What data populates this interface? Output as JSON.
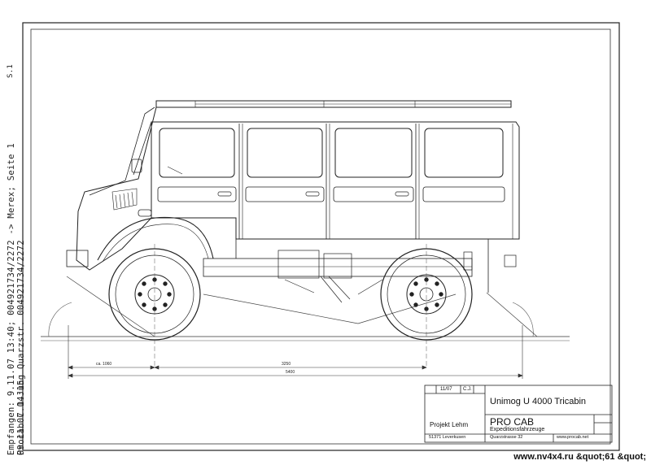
{
  "fax_header": {
    "line1": "Empfangen: 9.11.07 13:40; 004921734/2272 -> Merex; Seite 1",
    "line2": "Procab C.O.Jung Quarzstr. 004921734/2272",
    "line3": "09 11 07 14:15",
    "page_marker": "S.1"
  },
  "drawing": {
    "dimensions": {
      "front_overhang": "ca. 1060",
      "wheelbase": "3250",
      "overall_length": "5400"
    }
  },
  "title_block": {
    "date": "11/07",
    "initials": "C.J.",
    "model": "Unimog  U 4000 Tricabin",
    "project": "Projekt Lehm",
    "company": "PRO CAB",
    "company_subtitle": "Expeditionsfahrzeuge",
    "address_city": "51371 Leverkusen",
    "address_street": "Quarzstrasse 32",
    "website": "www.procab.net"
  },
  "watermark": "www.nv4x4.ru &quot;61 &quot;"
}
